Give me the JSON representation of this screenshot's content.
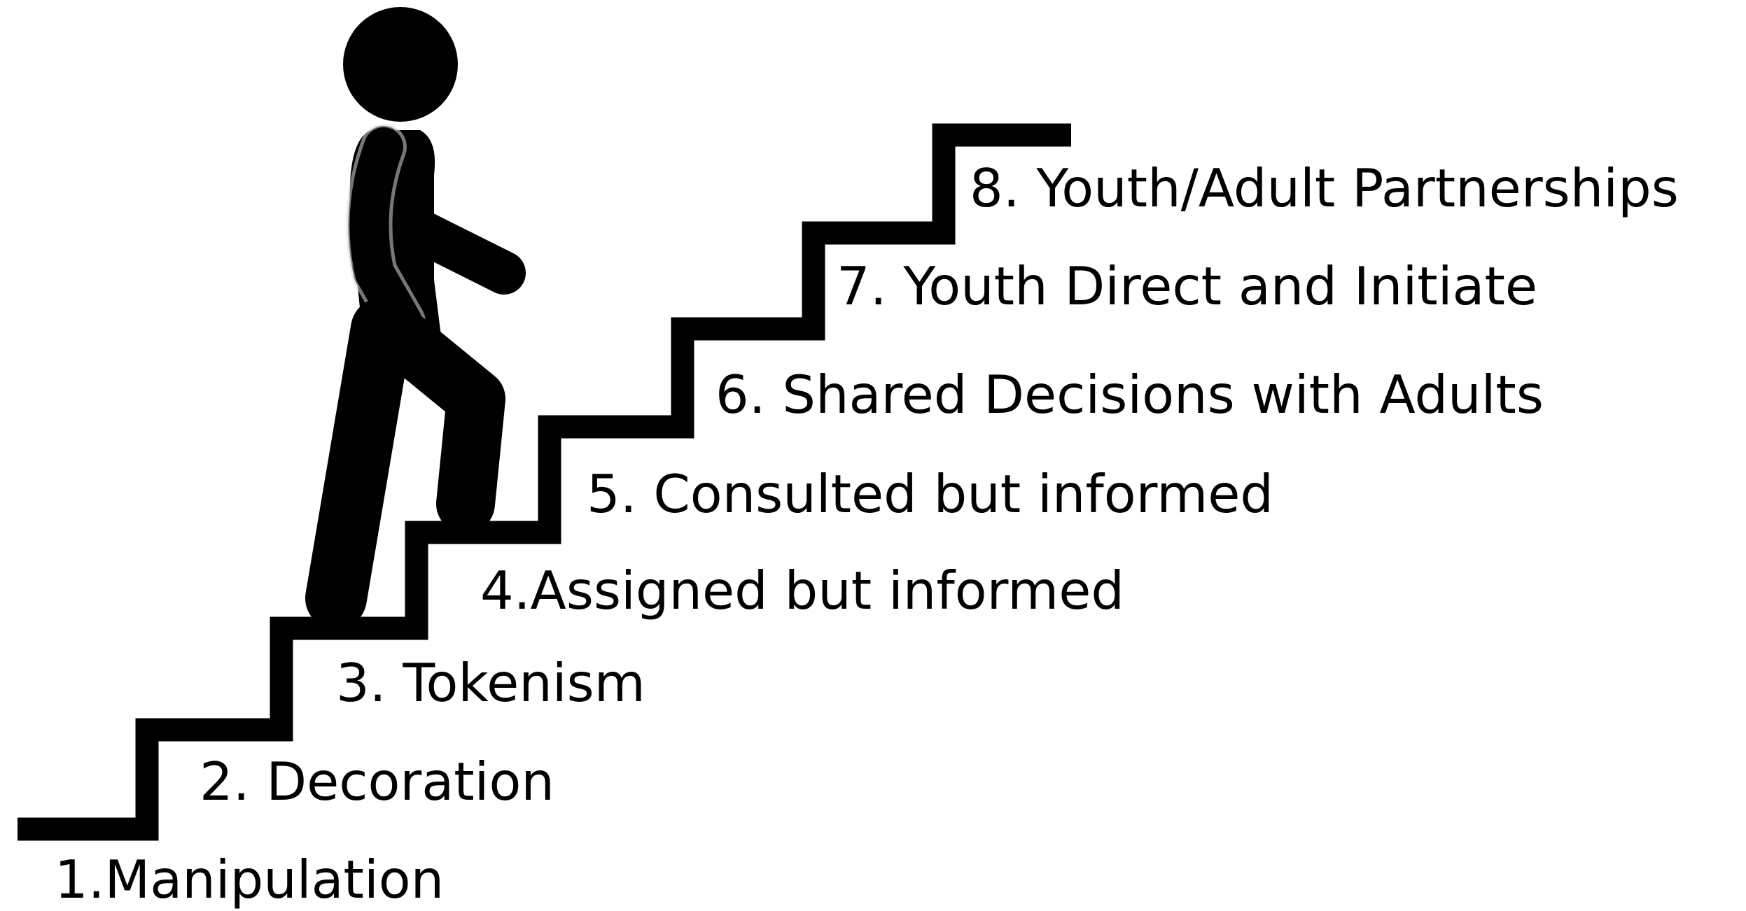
{
  "diagram": {
    "steps": [
      {
        "label": "1.Manipulation"
      },
      {
        "label": "2. Decoration"
      },
      {
        "label": "3. Tokenism"
      },
      {
        "label": "4.Assigned but informed"
      },
      {
        "label": "5. Consulted but informed"
      },
      {
        "label": "6. Shared Decisions with Adults"
      },
      {
        "label": "7. Youth Direct and Initiate"
      },
      {
        "label": "8. Youth/Adult Partnerships"
      }
    ]
  },
  "colors": {
    "stroke": "#000000",
    "figure": "#000000",
    "figure_outline": "#d9d9d9",
    "background": "#ffffff"
  }
}
